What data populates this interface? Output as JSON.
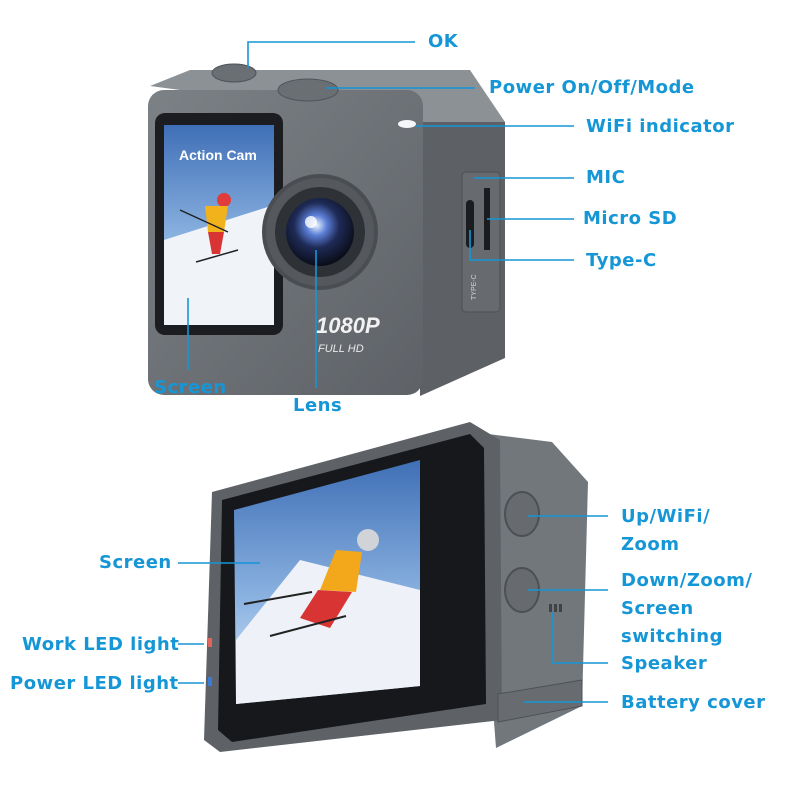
{
  "colors": {
    "accent": "#1596d6",
    "body": "#6f7479",
    "body_dark": "#55595e",
    "body_light": "#8a8f94",
    "background": "#ffffff"
  },
  "camera_front": {
    "screen_text": "Action Cam",
    "badge_main": "1080P",
    "badge_sub": "FULL HD",
    "port_text": "TYPE-C"
  },
  "labels": {
    "ok": "OK",
    "power": "Power On/Off/Mode",
    "wifi_indicator": "WiFi indicator",
    "mic": "MIC",
    "micro_sd": "Micro SD",
    "type_c": "Type-C",
    "screen_front": "Screen",
    "lens": "Lens",
    "screen_back": "Screen",
    "work_led": "Work LED light",
    "power_led": "Power LED light",
    "up_wifi_line1": "Up/WiFi/",
    "up_wifi_line2": "Zoom",
    "down_zoom_line1": "Down/Zoom/",
    "down_zoom_line2": "Screen switching",
    "speaker": "Speaker",
    "battery_cover": "Battery cover"
  }
}
